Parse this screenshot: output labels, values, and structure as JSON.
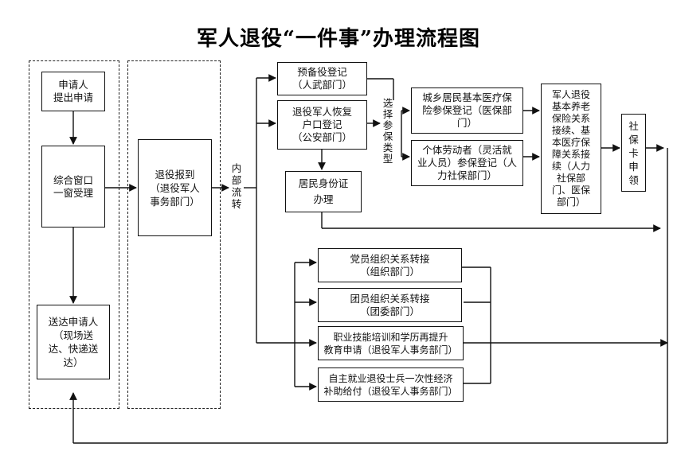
{
  "title": "军人退役“一件事”办理流程图",
  "nodes": {
    "apply": "申请人\n提出申请",
    "window": "综合窗口\n一窗受理",
    "deliver": "送达申请人\n（现场送\n达、快递送\n达）",
    "report": "退役报到\n（退役军人\n事务部门）",
    "reserve": "预备役登记\n（人武部门）",
    "hukou": "退役军人恢复\n户口登记\n（公安部门）",
    "idcard": "居民身份证\n办理",
    "urban_med": "城乡居民基本医疗保\n险参保登记（医保部\n门）",
    "self_emp": "个体劳动者（灵活就\n业人员）参保登记（人\n力社保部门）",
    "pension": "军人退役\n基本养老\n保险关系\n接续、基\n本医疗保\n障关系接\n续（人力\n社保部\n门、医保\n部门）",
    "card": "社\n保\n卡\n申\n领",
    "party": "党员组织关系转接\n（组织部门）",
    "league": "团员组织关系转接\n（团委部门）",
    "training": "职业技能培训和学历再提升\n教育申请（退役军人事务部门）",
    "subsidy": "自主就业退役士兵一次性经济\n补助给付（退役军人事务部门）"
  },
  "labels": {
    "internal": "内\n部\n流\n转",
    "choose": "选\n择\n参\n保\n类\n型"
  }
}
